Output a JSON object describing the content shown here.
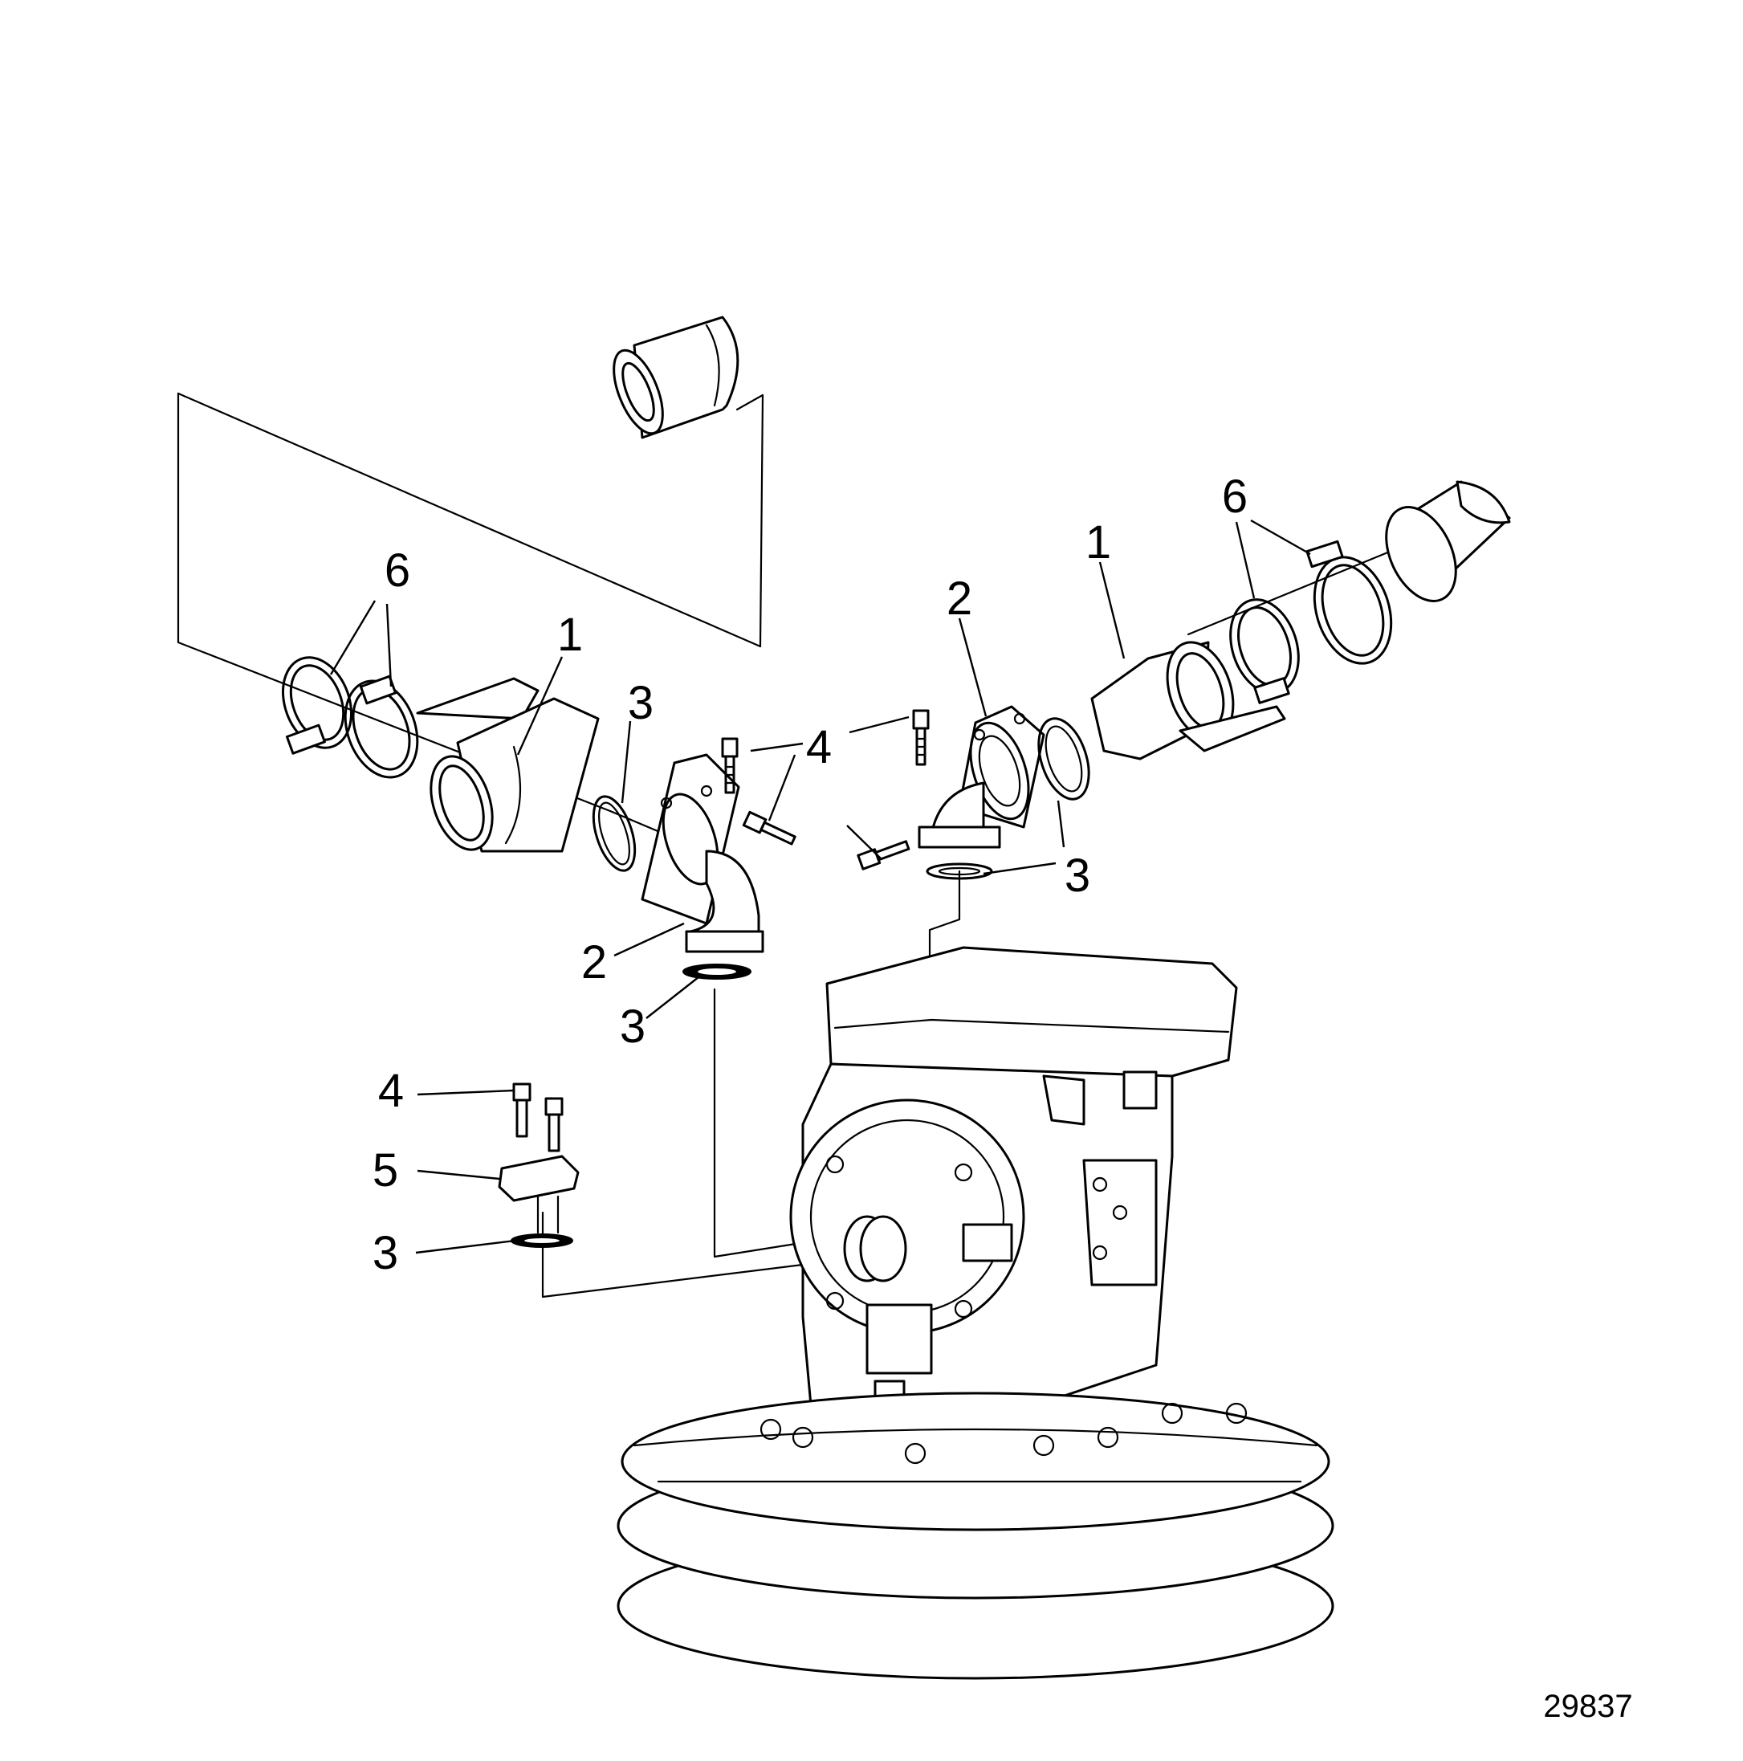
{
  "diagram": {
    "figure_number": "29837",
    "callouts": {
      "hose_left": "6",
      "hose_right": "6",
      "fitting_left": "1",
      "fitting_right": "1",
      "elbow_left": "2",
      "elbow_right": "2",
      "ring_left": "3",
      "ring_right": "3",
      "gasket_left": "3",
      "gasket_right": "3",
      "gasket_plate": "3",
      "screw_group": "4",
      "screw_plate": "4",
      "plate": "5"
    }
  }
}
